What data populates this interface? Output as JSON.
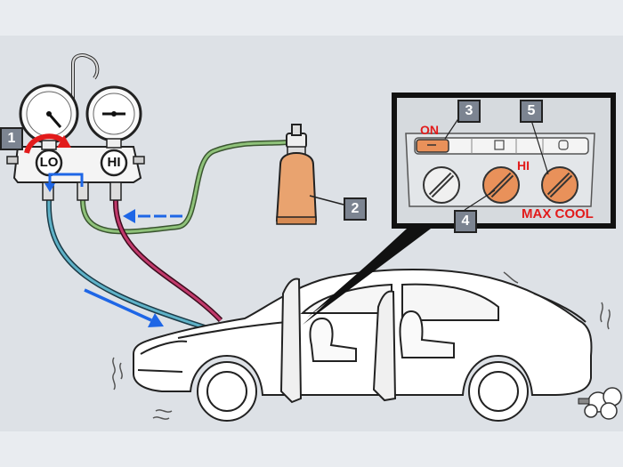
{
  "callouts": [
    {
      "num": "1"
    },
    {
      "num": "2"
    },
    {
      "num": "3"
    },
    {
      "num": "4"
    },
    {
      "num": "5"
    }
  ],
  "gauge_labels": {
    "lo": "LO",
    "hi": "HI"
  },
  "panel_labels": {
    "on": "ON",
    "hi": "HI",
    "max_cool": "MAX COOL"
  },
  "colors": {
    "background": "#e9ecf0",
    "panel_background": "#d6dade",
    "callout_fill": "#7c8491",
    "red_label": "#e21b1b",
    "blue_arrow": "#1e66e6",
    "low_hose": "#3f8ea6",
    "high_hose": "#a0224e",
    "charge_hose": "#6f9c5a",
    "knob_orange": "#e9915a",
    "can_orange": "#e9a36f"
  },
  "icons": [
    "manifold-gauge-icon",
    "refrigerant-can-icon",
    "car-icon",
    "exhaust-smoke-icon",
    "knob-icon"
  ]
}
